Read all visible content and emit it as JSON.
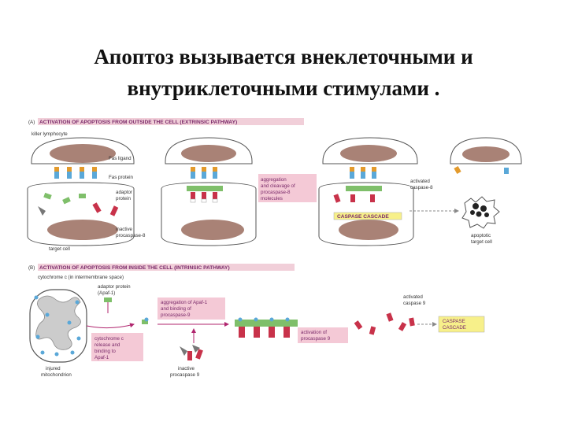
{
  "title": {
    "line1": "Апоптоз вызывается внеклеточными и",
    "line2": "внутриклеточными стимулами ."
  },
  "panel_a": {
    "letter": "(A)",
    "header": "ACTIVATION OF APOPTOSIS FROM OUTSIDE THE CELL (EXTRINSIC PATHWAY)",
    "killer_lymphocyte": "killer lymphocyte",
    "fas_ligand": "Fas ligand",
    "fas_protein": "Fas protein",
    "adaptor_protein_1": "adaptor",
    "adaptor_protein_2": "protein",
    "inactive_1": "inactive",
    "inactive_2": "procaspase-8",
    "target_cell": "target cell",
    "aggregation_1": "aggregation",
    "aggregation_2": "and cleavage of",
    "aggregation_3": "procaspase-8",
    "aggregation_4": "molecules",
    "caspase_cascade": "CASPASE CASCADE",
    "activated_1": "activated",
    "activated_2": "caspase-8",
    "apoptotic_1": "apoptotic",
    "apoptotic_2": "target cell"
  },
  "panel_b": {
    "letter": "(B)",
    "header": "ACTIVATION OF APOPTOSIS FROM INSIDE THE CELL (INTRINSIC PATHWAY)",
    "cytochrome": "cytochrome c (in intermembrane space)",
    "adaptor_1": "adaptor protein",
    "adaptor_2": "(Apaf-1)",
    "release_1": "cytochrome c",
    "release_2": "release and",
    "release_3": "binding to",
    "release_4": "Apaf-1",
    "aggregation_1": "aggregation of Apaf-1",
    "aggregation_2": "and binding of",
    "aggregation_3": "procaspase-9",
    "inactive_1": "inactive",
    "inactive_2": "procaspase 9",
    "activation_1": "activation of",
    "activation_2": "procaspase 9",
    "activated_1": "activated",
    "activated_2": "caspase 9",
    "cascade_1": "CASPASE",
    "cascade_2": "CASCADE",
    "injured_1": "injured",
    "injured_2": "mitochondrion"
  },
  "colors": {
    "cell_fill": "#ffffff",
    "cell_stroke": "#555555",
    "nucleus": "#a98276",
    "fas_blue": "#5aa8d8",
    "ligand_orange": "#e39a2c",
    "adaptor_green": "#7fbf6a",
    "caspase_red": "#c8324a",
    "label_pink": "#f4c9d6",
    "cascade_yellow": "#f7f08a",
    "arrow": "#b0256e",
    "header_bg": "#f1cfd9"
  }
}
